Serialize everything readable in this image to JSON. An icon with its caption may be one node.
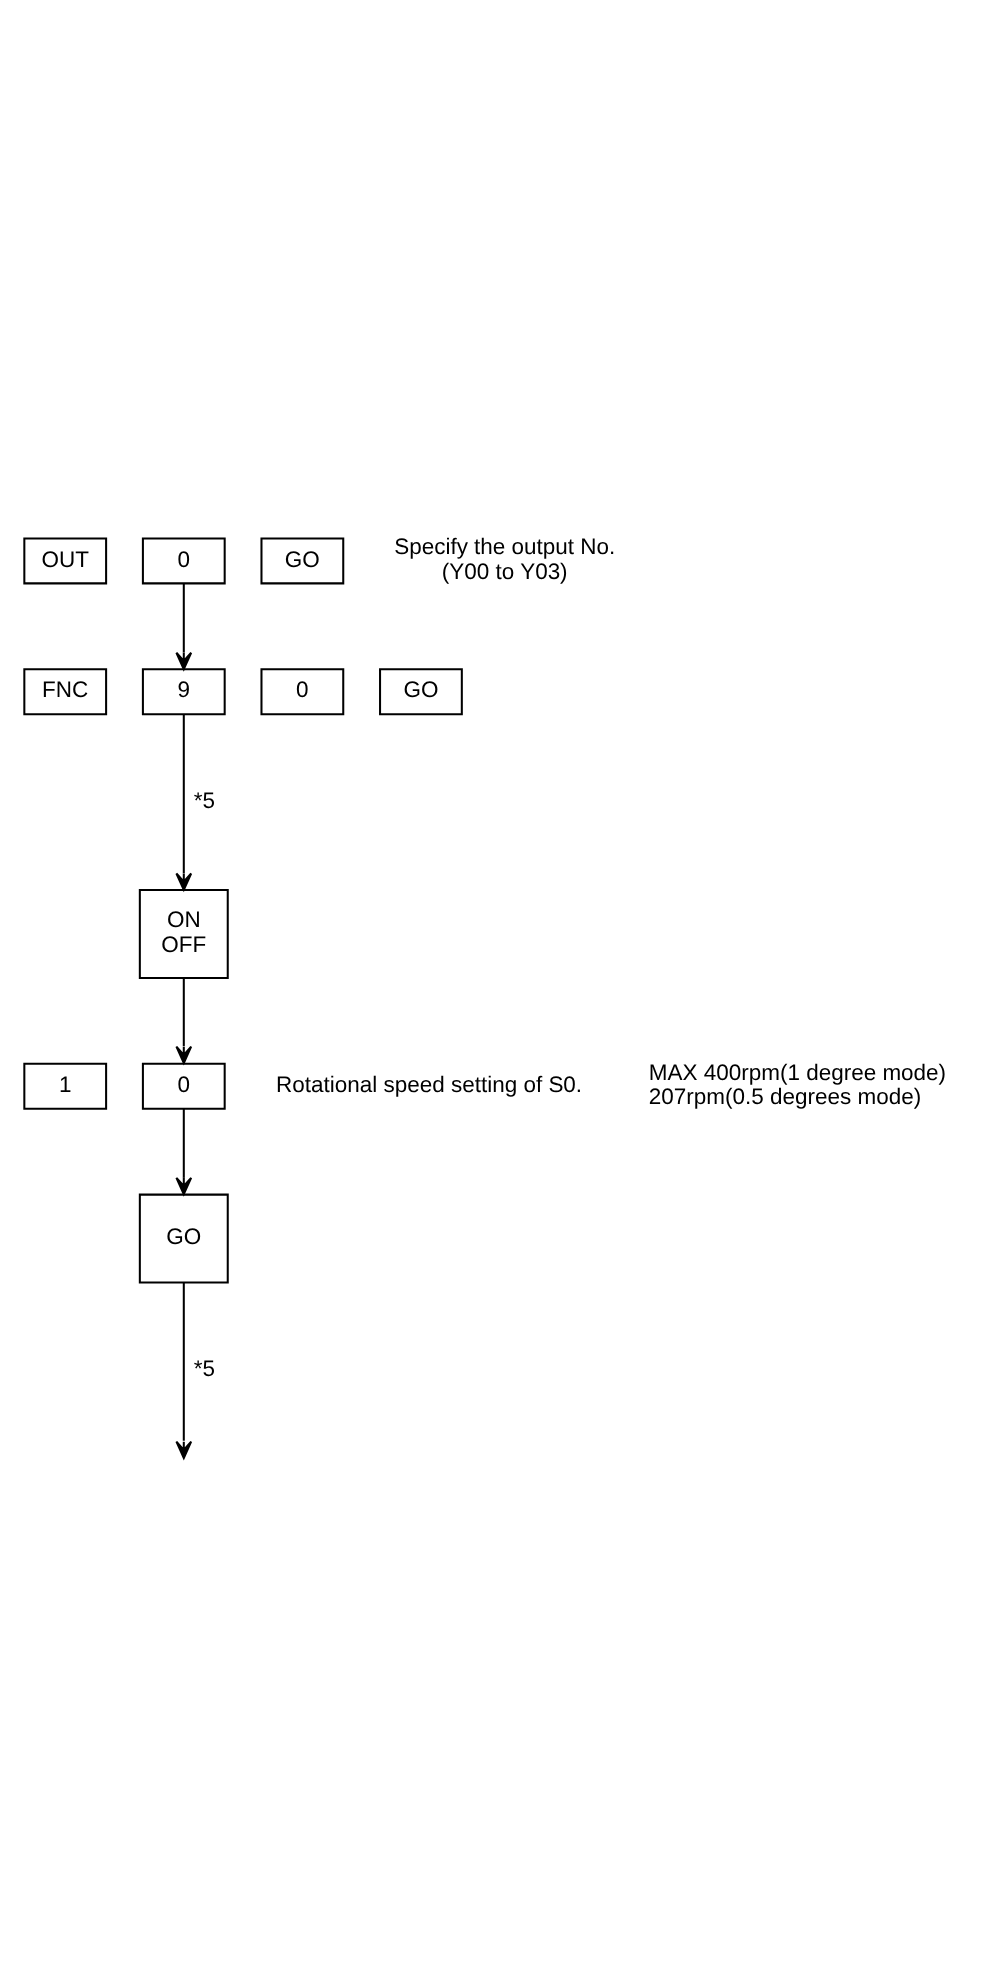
{
  "diagram": {
    "nodes": [
      {
        "text": [
          "OUT"
        ]
      },
      {
        "text": [
          "0"
        ]
      },
      {
        "text": [
          "GO"
        ]
      },
      {
        "text": [
          "FNC"
        ]
      },
      {
        "text": [
          "9"
        ]
      },
      {
        "text": [
          "0"
        ]
      },
      {
        "text": [
          "GO"
        ]
      },
      {
        "text": [
          "ON OFF"
        ]
      },
      {
        "text": [
          "1"
        ]
      },
      {
        "text": [
          "0"
        ]
      },
      {
        "text": [
          "GO"
        ]
      }
    ],
    "edges": [
      {
        "from": 1,
        "to": 4,
        "arrow": "to"
      },
      {
        "from": 4,
        "to": 7,
        "arrow": "to",
        "label": "*5"
      },
      {
        "from": 7,
        "to": 9,
        "arrow": "to"
      },
      {
        "from": 9,
        "to": 10,
        "arrow": "to"
      },
      {
        "from": 10,
        "to": null,
        "arrow": "to",
        "label": "*5"
      }
    ],
    "labels": [
      "Specify the output No. (Y00 to Y03)",
      "Rotational speed setting of S0.",
      "MAX 400rpm(1 degree mode) 207rpm(0.5 degrees mode)"
    ]
  }
}
